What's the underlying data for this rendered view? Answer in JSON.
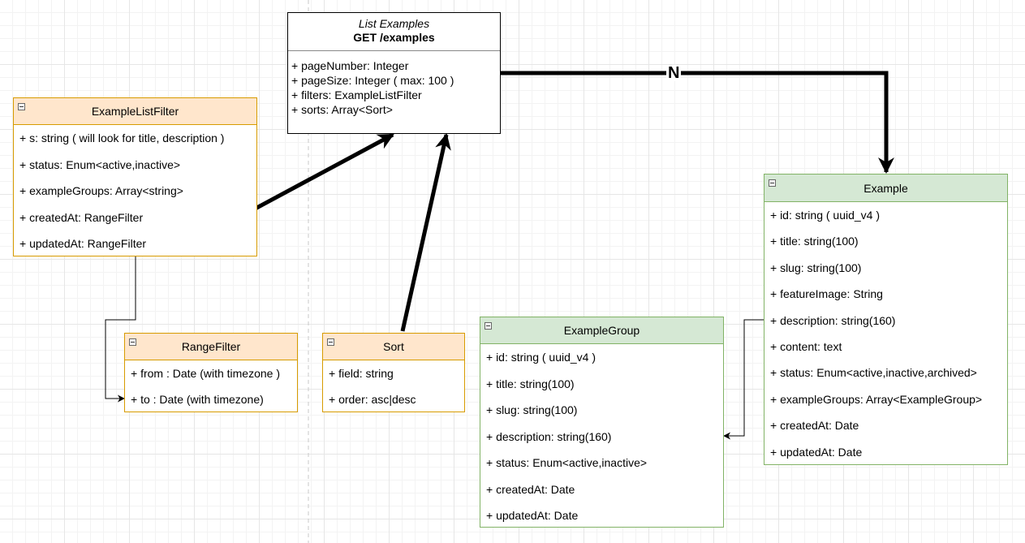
{
  "endpoint": {
    "title": "List Examples",
    "subtitle": "GET /examples",
    "fields": [
      "+ pageNumber: Integer",
      "+ pageSize: Integer ( max: 100 )",
      "+ filters: ExampleListFilter",
      "+ sorts: Array<Sort>"
    ]
  },
  "example_list_filter": {
    "title": "ExampleListFilter",
    "fields": [
      "+ s: string ( will look for title, description )",
      "+ status: Enum<active,inactive>",
      "+ exampleGroups: Array<string>",
      "+ createdAt: RangeFilter",
      "+ updatedAt: RangeFilter"
    ]
  },
  "range_filter": {
    "title": "RangeFilter",
    "fields": [
      "+ from : Date (with timezone )",
      "+ to : Date (with timezone)"
    ]
  },
  "sort": {
    "title": "Sort",
    "fields": [
      "+ field: string",
      "+ order: asc|desc"
    ]
  },
  "example_group": {
    "title": "ExampleGroup",
    "fields": [
      "+ id: string ( uuid_v4 )",
      "+ title: string(100)",
      "+ slug: string(100)",
      "+ description: string(160)",
      "+ status: Enum<active,inactive>",
      "+ createdAt: Date",
      "+ updatedAt: Date"
    ]
  },
  "example": {
    "title": "Example",
    "fields": [
      "+ id: string ( uuid_v4 )",
      "+ title: string(100)",
      "+ slug: string(100)",
      "+ featureImage: String",
      "+ description: string(160)",
      "+ content: text",
      "+ status: Enum<active,inactive,archived>",
      "+ exampleGroups: Array<ExampleGroup>",
      "+ createdAt: Date",
      "+ updatedAt: Date"
    ]
  },
  "relation_label": "N",
  "colors": {
    "orange_fill": "#ffe6cc",
    "orange_stroke": "#d79b00",
    "green_fill": "#d5e8d4",
    "green_stroke": "#82b366"
  }
}
